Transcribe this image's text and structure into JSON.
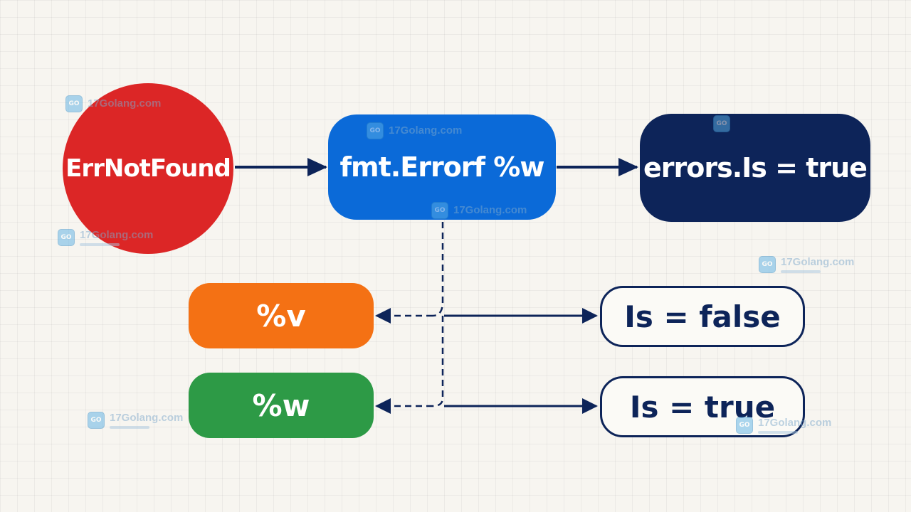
{
  "nodes": {
    "err_not_found": "ErrNotFound",
    "fmt_errorf": "fmt.Errorf %w",
    "errors_is_true": "errors.Is = true",
    "verb_v": "%v",
    "verb_w": "%w",
    "is_false": "Is = false",
    "is_true": "Is = true"
  },
  "watermark": {
    "text": "17Golang.com"
  },
  "colors": {
    "err_node": "#dc2626",
    "wrap_node": "#0b6ad8",
    "is_node": "#0d2459",
    "verb_v_node": "#f47114",
    "verb_w_node": "#2d9a46",
    "arrow": "#0d2459",
    "background": "#f7f5f0"
  }
}
